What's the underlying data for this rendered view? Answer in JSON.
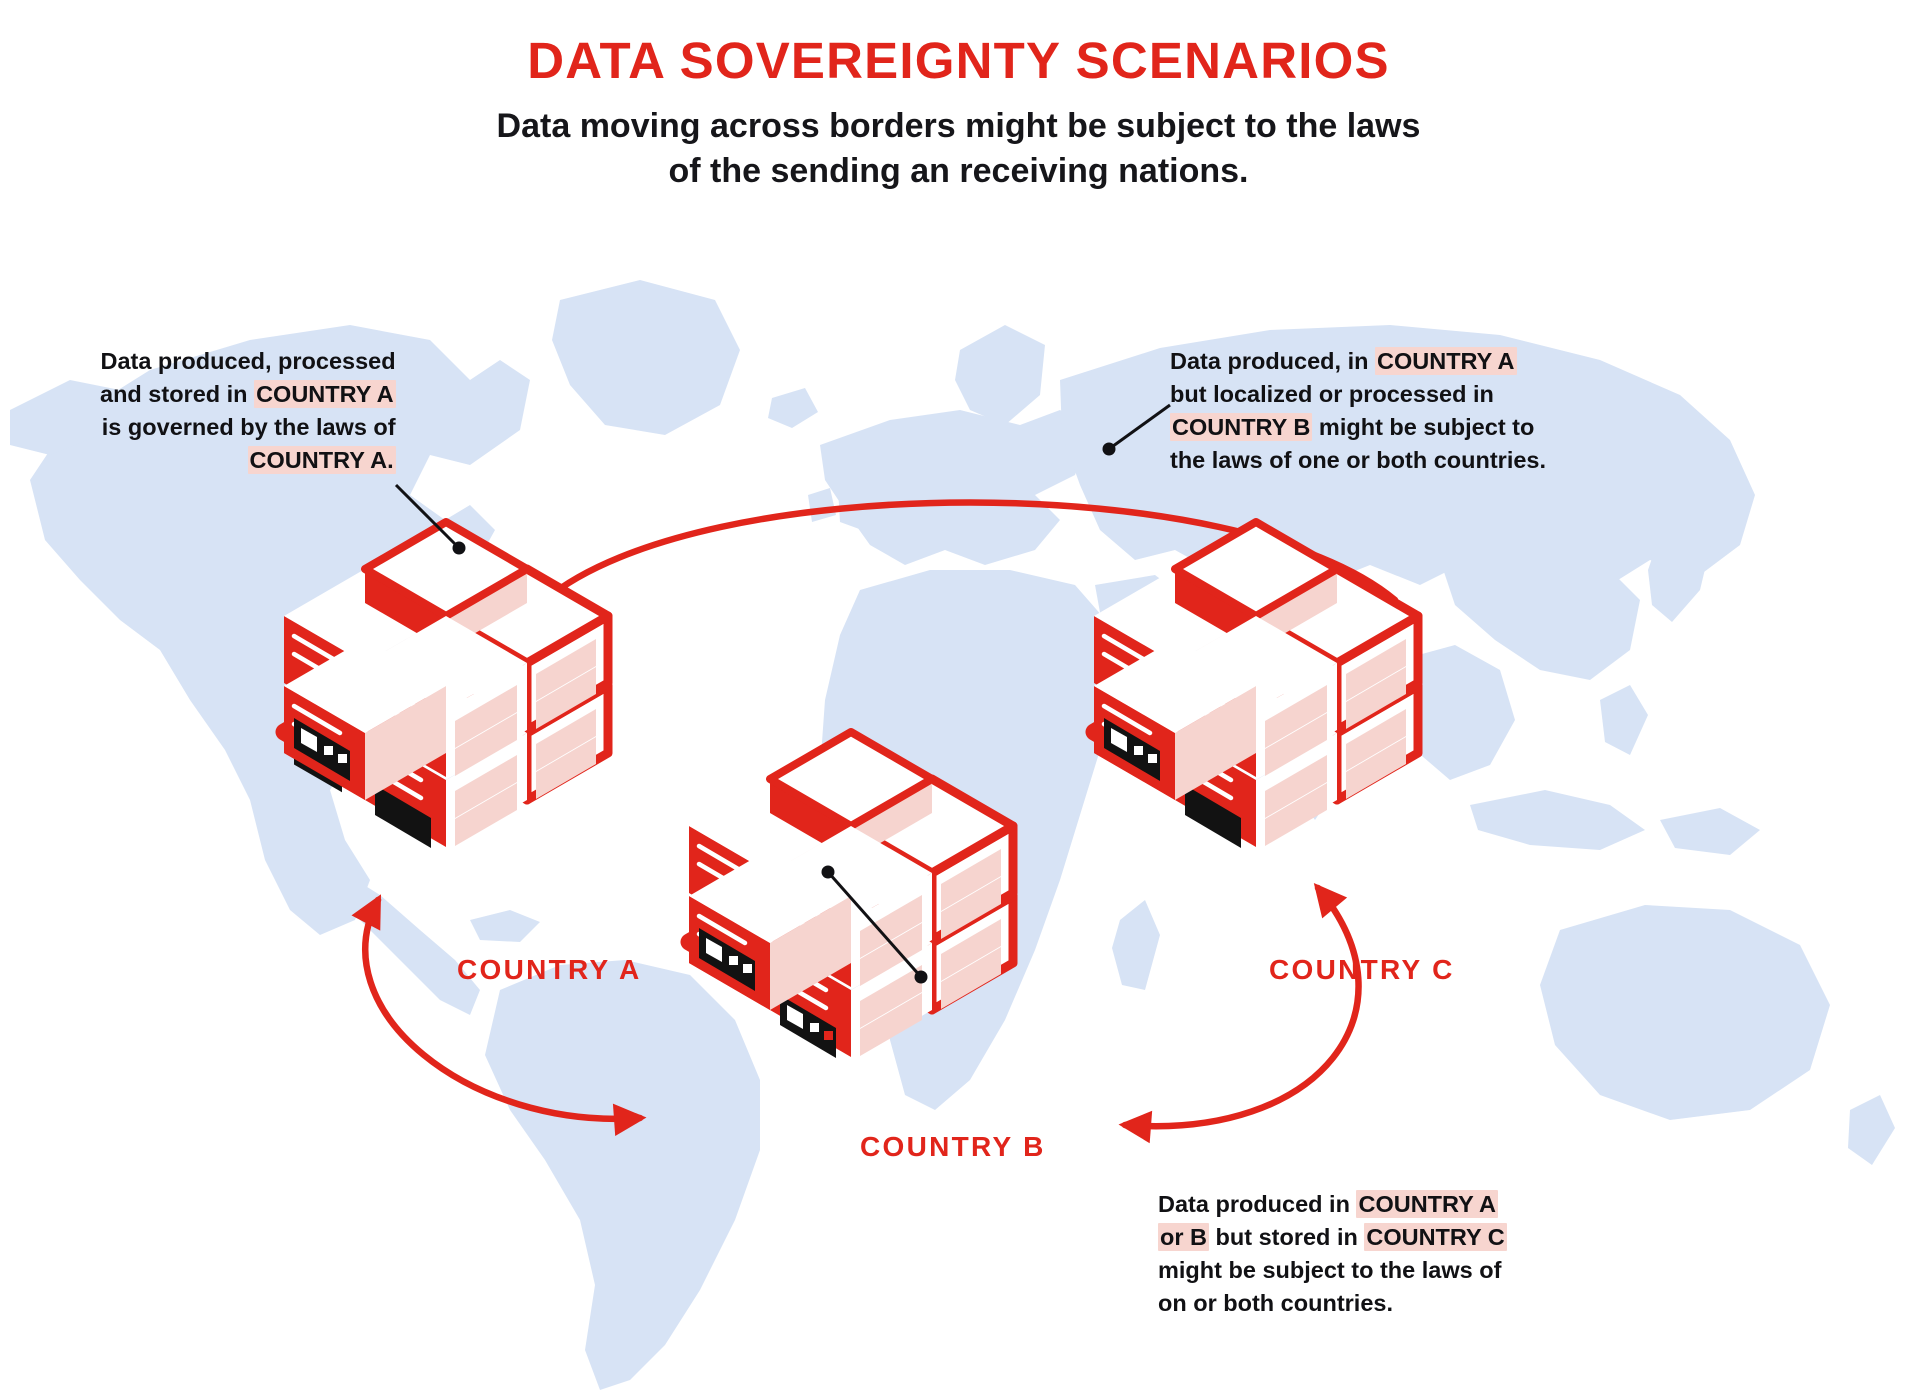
{
  "header": {
    "title": "DATA SOVEREIGNTY SCENARIOS",
    "subtitle_line1": "Data moving across borders might be subject to the laws",
    "subtitle_line2": "of the sending an receiving nations."
  },
  "colors": {
    "brand_red": "#E1251B",
    "highlight_pink": "#F7D5CF",
    "platform_blue": "#8CB0D8",
    "map_land": "#D7E3F5",
    "text_dark": "#111114",
    "panel_black": "#121212",
    "server_face_light": "#F6D4CF"
  },
  "callouts": {
    "country_a": {
      "lines": [
        [
          {
            "t": "Data produced, processed",
            "hl": false
          }
        ],
        [
          {
            "t": "and stored in ",
            "hl": false
          },
          {
            "t": "COUNTRY A",
            "hl": true
          }
        ],
        [
          {
            "t": "is governed by the laws of",
            "hl": false
          }
        ],
        [
          {
            "t": "COUNTRY A.",
            "hl": true
          }
        ]
      ]
    },
    "country_c": {
      "lines": [
        [
          {
            "t": "Data produced, in ",
            "hl": false
          },
          {
            "t": "COUNTRY A",
            "hl": true
          }
        ],
        [
          {
            "t": "but localized or processed in",
            "hl": false
          }
        ],
        [
          {
            "t": "COUNTRY B",
            "hl": true
          },
          {
            "t": " might be subject to",
            "hl": false
          }
        ],
        [
          {
            "t": "the laws of one or both countries.",
            "hl": false
          }
        ]
      ]
    },
    "country_b": {
      "lines": [
        [
          {
            "t": "Data produced in ",
            "hl": false
          },
          {
            "t": "COUNTRY A",
            "hl": true
          }
        ],
        [
          {
            "t": "or B",
            "hl": true
          },
          {
            "t": " but stored in ",
            "hl": false
          },
          {
            "t": "COUNTRY C",
            "hl": true
          }
        ],
        [
          {
            "t": "might be subject to the laws of",
            "hl": false
          }
        ],
        [
          {
            "t": "on or both countries.",
            "hl": false
          }
        ]
      ]
    }
  },
  "nodes": [
    {
      "id": "a",
      "label": "COUNTRY A"
    },
    {
      "id": "b",
      "label": "COUNTRY B"
    },
    {
      "id": "c",
      "label": "COUNTRY C"
    }
  ],
  "connectors": [
    {
      "from": "COUNTRY A",
      "to": "COUNTRY C",
      "style": "arc-over",
      "arrowheads": "none"
    },
    {
      "from": "COUNTRY A",
      "to": "COUNTRY B",
      "style": "arc-under-left",
      "arrowheads": "both"
    },
    {
      "from": "COUNTRY B",
      "to": "COUNTRY C",
      "style": "arc-under-right",
      "arrowheads": "both"
    }
  ],
  "icons": {
    "leader_dot": "dot-marker",
    "server_rack": "server-rack-icon",
    "world_map": "world-map-icon"
  }
}
